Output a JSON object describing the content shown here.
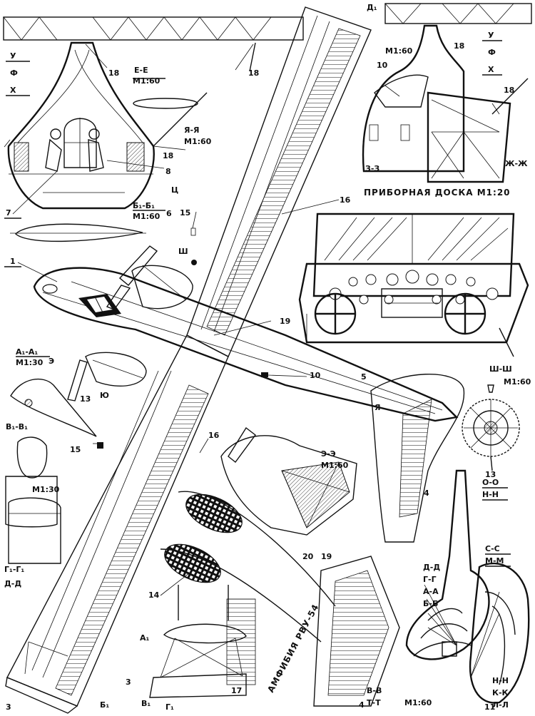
{
  "section_labels": {
    "ee": "Е-Е",
    "ee_scale": "M1:60",
    "yaya": "Я-Я",
    "yaya_scale": "M1:60",
    "b1b1": "Б₁-Б₁",
    "b1b1_scale": "M1:60",
    "a1a1": "А₁-А₁",
    "a1a1_scale": "M1:30",
    "v1v1": "В₁-В₁",
    "v1_scale": "M1:30",
    "g1g1": "Г₁-Г₁",
    "d1d1": "Д-Д",
    "zz": "З-З",
    "zz_scale": "M1:60",
    "zhzh": "Ж-Ж",
    "shsh": "Ш-Ш",
    "shsh_scale": "M1:60",
    "ee2": "Э-Э",
    "ee2_scale": "M1:60",
    "oo": "О-О",
    "nn": "Н-Н",
    "ss": "С-С",
    "mm": "М-М",
    "dd": "Д-Д",
    "gg": "Г-Г",
    "aa": "А-А",
    "bb": "Б-Б",
    "vv": "В-В",
    "tt": "Т-Т",
    "vt_scale": "M1:60",
    "nn2": "Н-Н",
    "kk": "К-К",
    "ll": "Л-Л"
  },
  "view_letters": {
    "u1": "У",
    "f1": "Ф",
    "h1": "Х",
    "u2": "У",
    "f2": "Ф",
    "h2": "Х",
    "d1": "Д₁",
    "ts": "Ц",
    "sh": "Ш",
    "e": "Э",
    "yu": "Ю",
    "ya": "Я",
    "a1": "А₁",
    "b1": "Б₁",
    "v1": "В₁",
    "g1": "Г₁"
  },
  "callouts": {
    "n1": "1",
    "n3a": "3",
    "n3b": "3",
    "n4a": "4",
    "n4b": "4",
    "n5": "5",
    "n6": "6",
    "n7": "7",
    "n8": "8",
    "n10a": "10",
    "n10b": "10",
    "n11": "11",
    "n13a": "13",
    "n13b": "13",
    "n14": "14",
    "n15a": "15",
    "n15b": "15",
    "n16a": "16",
    "n16b": "16",
    "n17": "17",
    "n18a": "18",
    "n18b": "18",
    "n18c": "18",
    "n18d": "18",
    "n18e": "18",
    "n19a": "19",
    "n19b": "19",
    "n20": "20"
  },
  "titles": {
    "instrument_panel": "ПРИБОРНАЯ ДОСКА M1:20",
    "aircraft": "АМФИБИЯ РВУ-54"
  },
  "colors": {
    "ink": "#111111",
    "paper": "#ffffff",
    "hatch": "#222222"
  }
}
